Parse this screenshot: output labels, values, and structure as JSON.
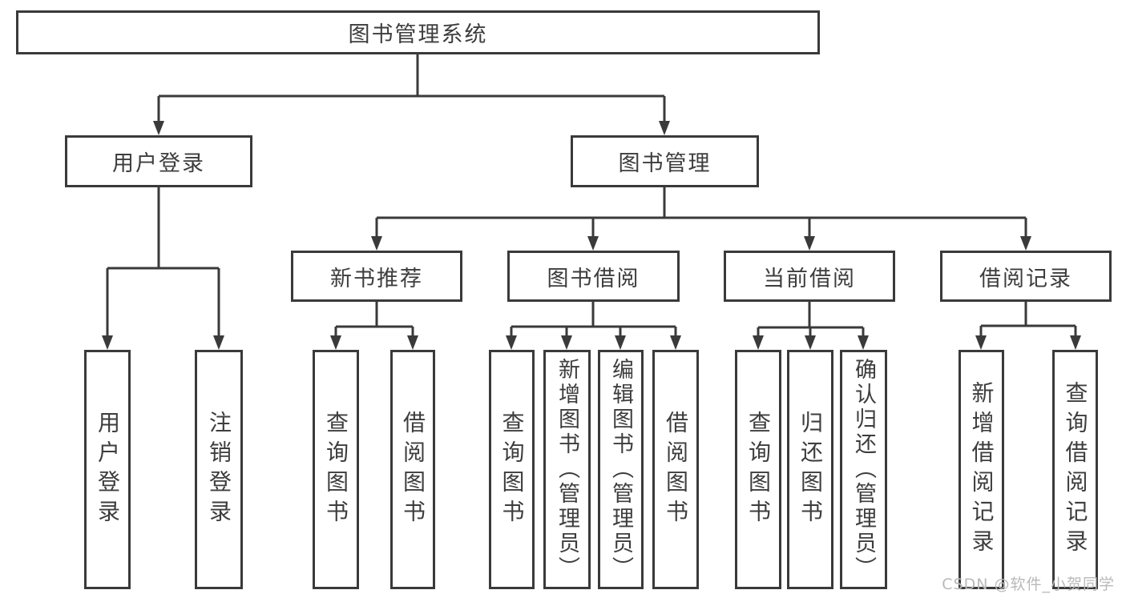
{
  "chart": {
    "root": {
      "label": "图书管理系统",
      "children": [
        {
          "label": "用户登录",
          "children": [
            {
              "label": "用户登录"
            },
            {
              "label": "注销登录"
            }
          ]
        },
        {
          "label": "图书管理",
          "children": [
            {
              "label": "新书推荐",
              "children": [
                {
                  "label": "查询图书"
                },
                {
                  "label": "借阅图书"
                }
              ]
            },
            {
              "label": "图书借阅",
              "children": [
                {
                  "label": "查询图书"
                },
                {
                  "label": "新增图书（管理员）"
                },
                {
                  "label": "编辑图书（管理员）"
                },
                {
                  "label": "借阅图书"
                }
              ]
            },
            {
              "label": "当前借阅",
              "children": [
                {
                  "label": "查询图书"
                },
                {
                  "label": "归还图书"
                },
                {
                  "label": "确认归还（管理员）"
                }
              ]
            },
            {
              "label": "借阅记录",
              "children": [
                {
                  "label": "新增借阅记录"
                },
                {
                  "label": "查询借阅记录"
                }
              ]
            }
          ]
        }
      ]
    }
  },
  "watermark": "CSDN @软件_小贺同学",
  "colors": {
    "line": "#3a3a3a",
    "text": "#3d3d3d",
    "background": "#ffffff",
    "watermark": "#b9b9b9"
  }
}
